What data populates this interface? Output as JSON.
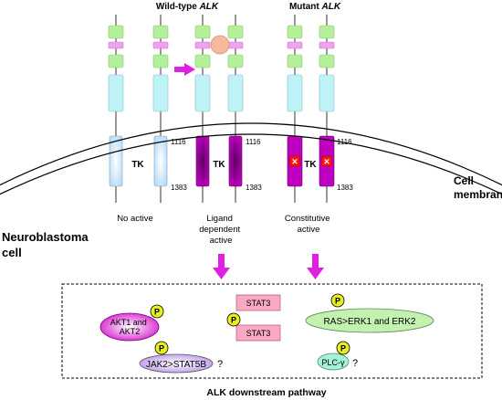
{
  "header": {
    "wild_type_prefix": "Wild-type ",
    "mutant_prefix": "Mutant ",
    "gene": "ALK"
  },
  "receptor": {
    "tk_label": "TK",
    "residue_top": "1116",
    "residue_bottom": "1383"
  },
  "membrane_label": [
    "Cell",
    "membrane"
  ],
  "cell_label": [
    "Neuroblastoma",
    "cell"
  ],
  "states": {
    "no_active": "No active",
    "ligand": [
      "Ligand",
      "dependent",
      "active"
    ],
    "constitutive": [
      "Constitutive",
      "active"
    ]
  },
  "phospho_label": "P",
  "mutation_mark": "×",
  "pathway": {
    "akt": [
      "AKT1 and",
      "AKT2"
    ],
    "jak": "JAK2>STAT5B",
    "stat3": "STAT3",
    "ras": "RAS>ERK1 and ERK2",
    "plc": "PLC-γ",
    "unknown_mark": "?",
    "title": "ALK downstream pathway"
  },
  "colors": {
    "green": "#b3f099",
    "pink": "#f3a0f0",
    "cyan": "#bff2f6",
    "tk_inactive": "#b8dbf7",
    "magenta": "#c000c0",
    "arrow": "#e020e0",
    "ligand": "#f8b99a",
    "phospho": "#e9ee22",
    "stat3": "#f8a9c4",
    "ras": "#c3f2b0",
    "plc": "#a6f2d6",
    "mutation": "#ff1111"
  }
}
